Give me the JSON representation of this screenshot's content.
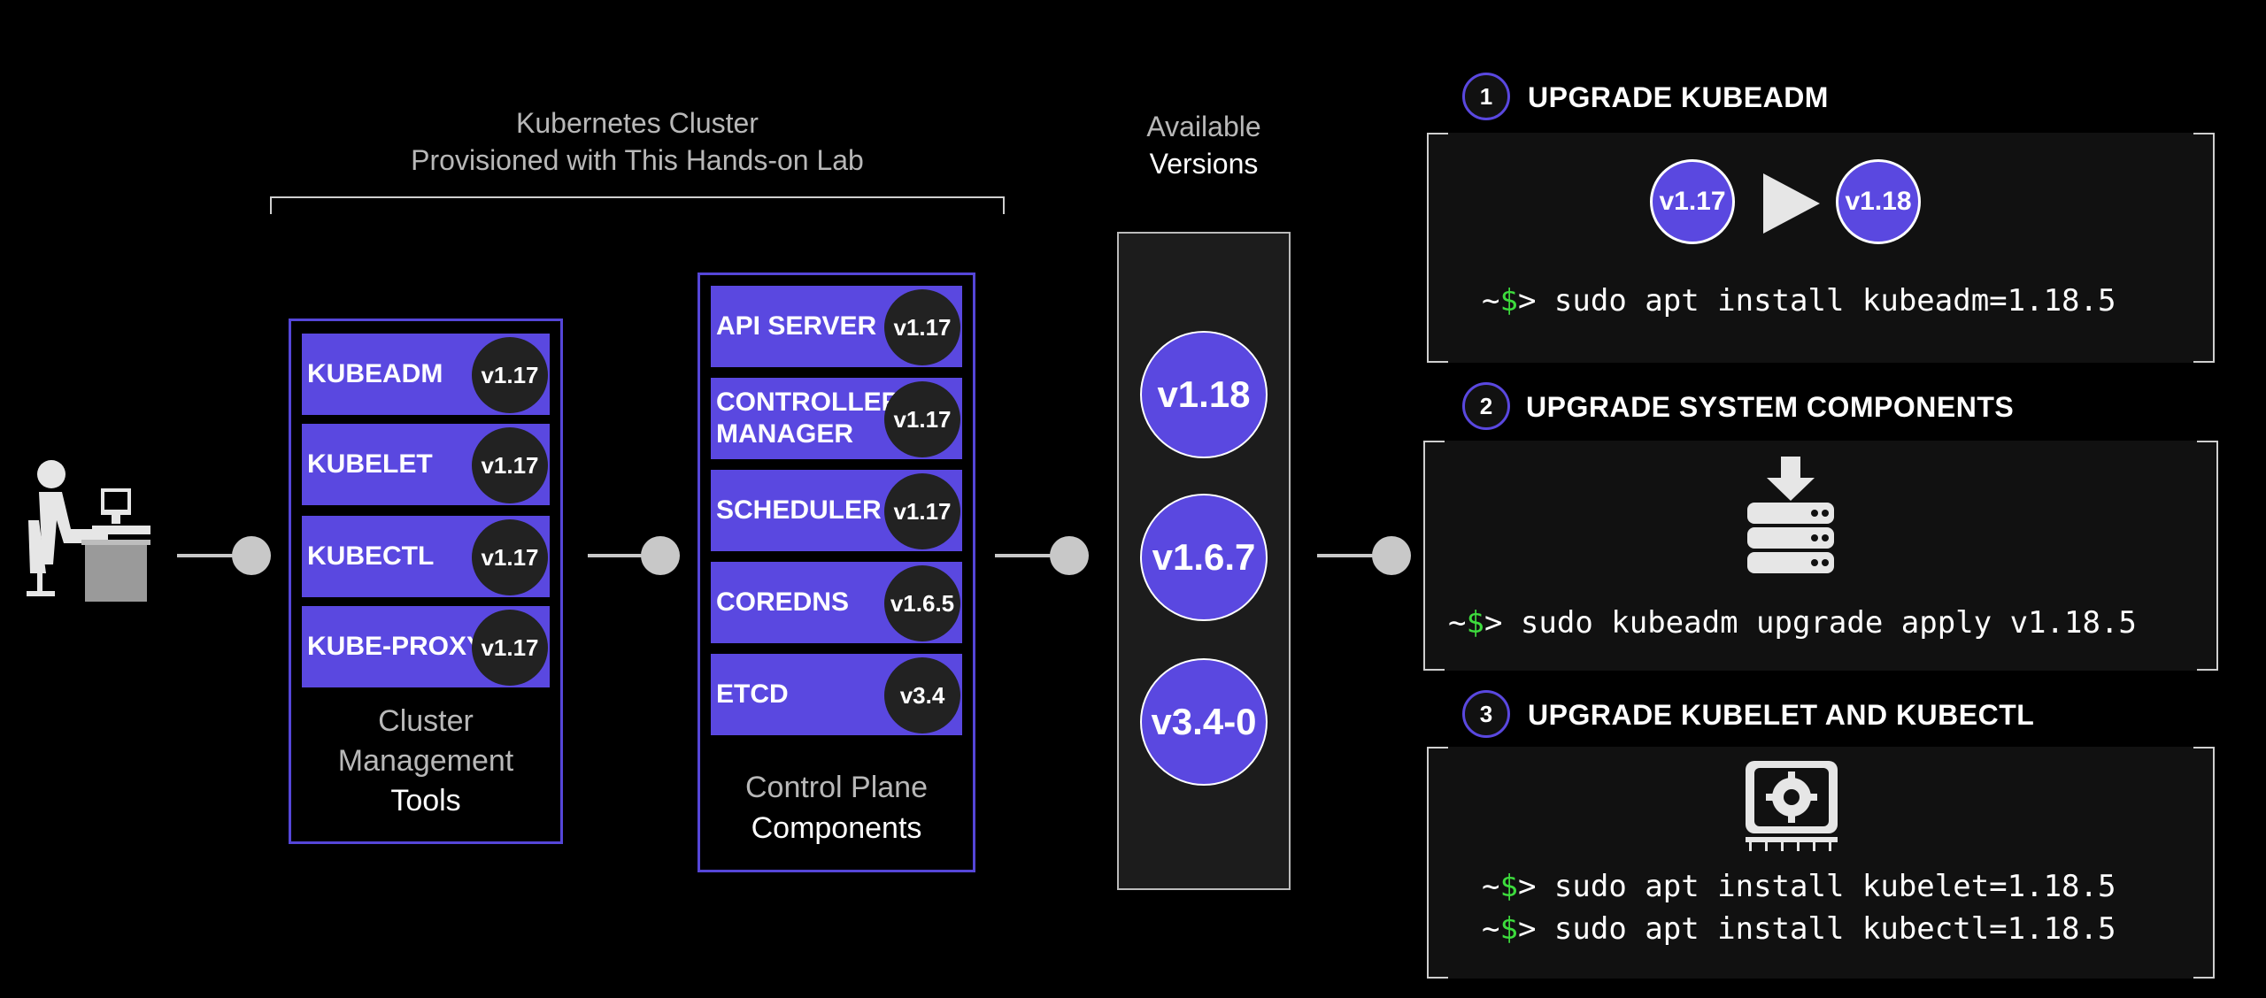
{
  "header": {
    "cluster_title_line1": "Kubernetes Cluster",
    "cluster_title_line2": "Provisioned with This Hands-on Lab",
    "available_line1": "Available",
    "available_line2": "Versions"
  },
  "icons": {
    "user": "user-at-computer-icon",
    "download": "download-server-icon",
    "settings": "settings-panel-icon",
    "arrow": "play-arrow-icon"
  },
  "colors": {
    "accent": "#5a48e0",
    "prompt_dollar": "#3ddc3d"
  },
  "cluster_tools": {
    "caption_line1": "Cluster",
    "caption_line2": "Management",
    "caption_line3": "Tools",
    "items": [
      {
        "label": "KUBEADM",
        "version": "v1.17"
      },
      {
        "label": "KUBELET",
        "version": "v1.17"
      },
      {
        "label": "KUBECTL",
        "version": "v1.17"
      },
      {
        "label": "KUBE-PROXY",
        "version": "v1.17"
      }
    ]
  },
  "control_plane": {
    "caption_line1": "Control Plane",
    "caption_line2": "Components",
    "items": [
      {
        "label": "API SERVER",
        "version": "v1.17"
      },
      {
        "label": "CONTROLLER\nMANAGER",
        "version": "v1.17"
      },
      {
        "label": "SCHEDULER",
        "version": "v1.17"
      },
      {
        "label": "COREDNS",
        "version": "v1.6.5"
      },
      {
        "label": "ETCD",
        "version": "v3.4"
      }
    ]
  },
  "available_versions": [
    "v1.18",
    "v1.6.7",
    "v3.4-0"
  ],
  "steps": [
    {
      "number": "1",
      "title": "UPGRADE KUBEADM",
      "from_version": "v1.17",
      "to_version": "v1.18",
      "commands": [
        {
          "prefix": "~",
          "dollar": "$",
          "suffix": "> sudo apt install kubeadm=1.18.5"
        }
      ]
    },
    {
      "number": "2",
      "title": "UPGRADE SYSTEM COMPONENTS",
      "commands": [
        {
          "prefix": "~",
          "dollar": "$",
          "suffix": "> sudo kubeadm upgrade apply v1.18.5"
        }
      ]
    },
    {
      "number": "3",
      "title": "UPGRADE KUBELET AND KUBECTL",
      "commands": [
        {
          "prefix": "~",
          "dollar": "$",
          "suffix": "> sudo apt install kubelet=1.18.5"
        },
        {
          "prefix": "~",
          "dollar": "$",
          "suffix": "> sudo apt install kubectl=1.18.5"
        }
      ]
    }
  ]
}
